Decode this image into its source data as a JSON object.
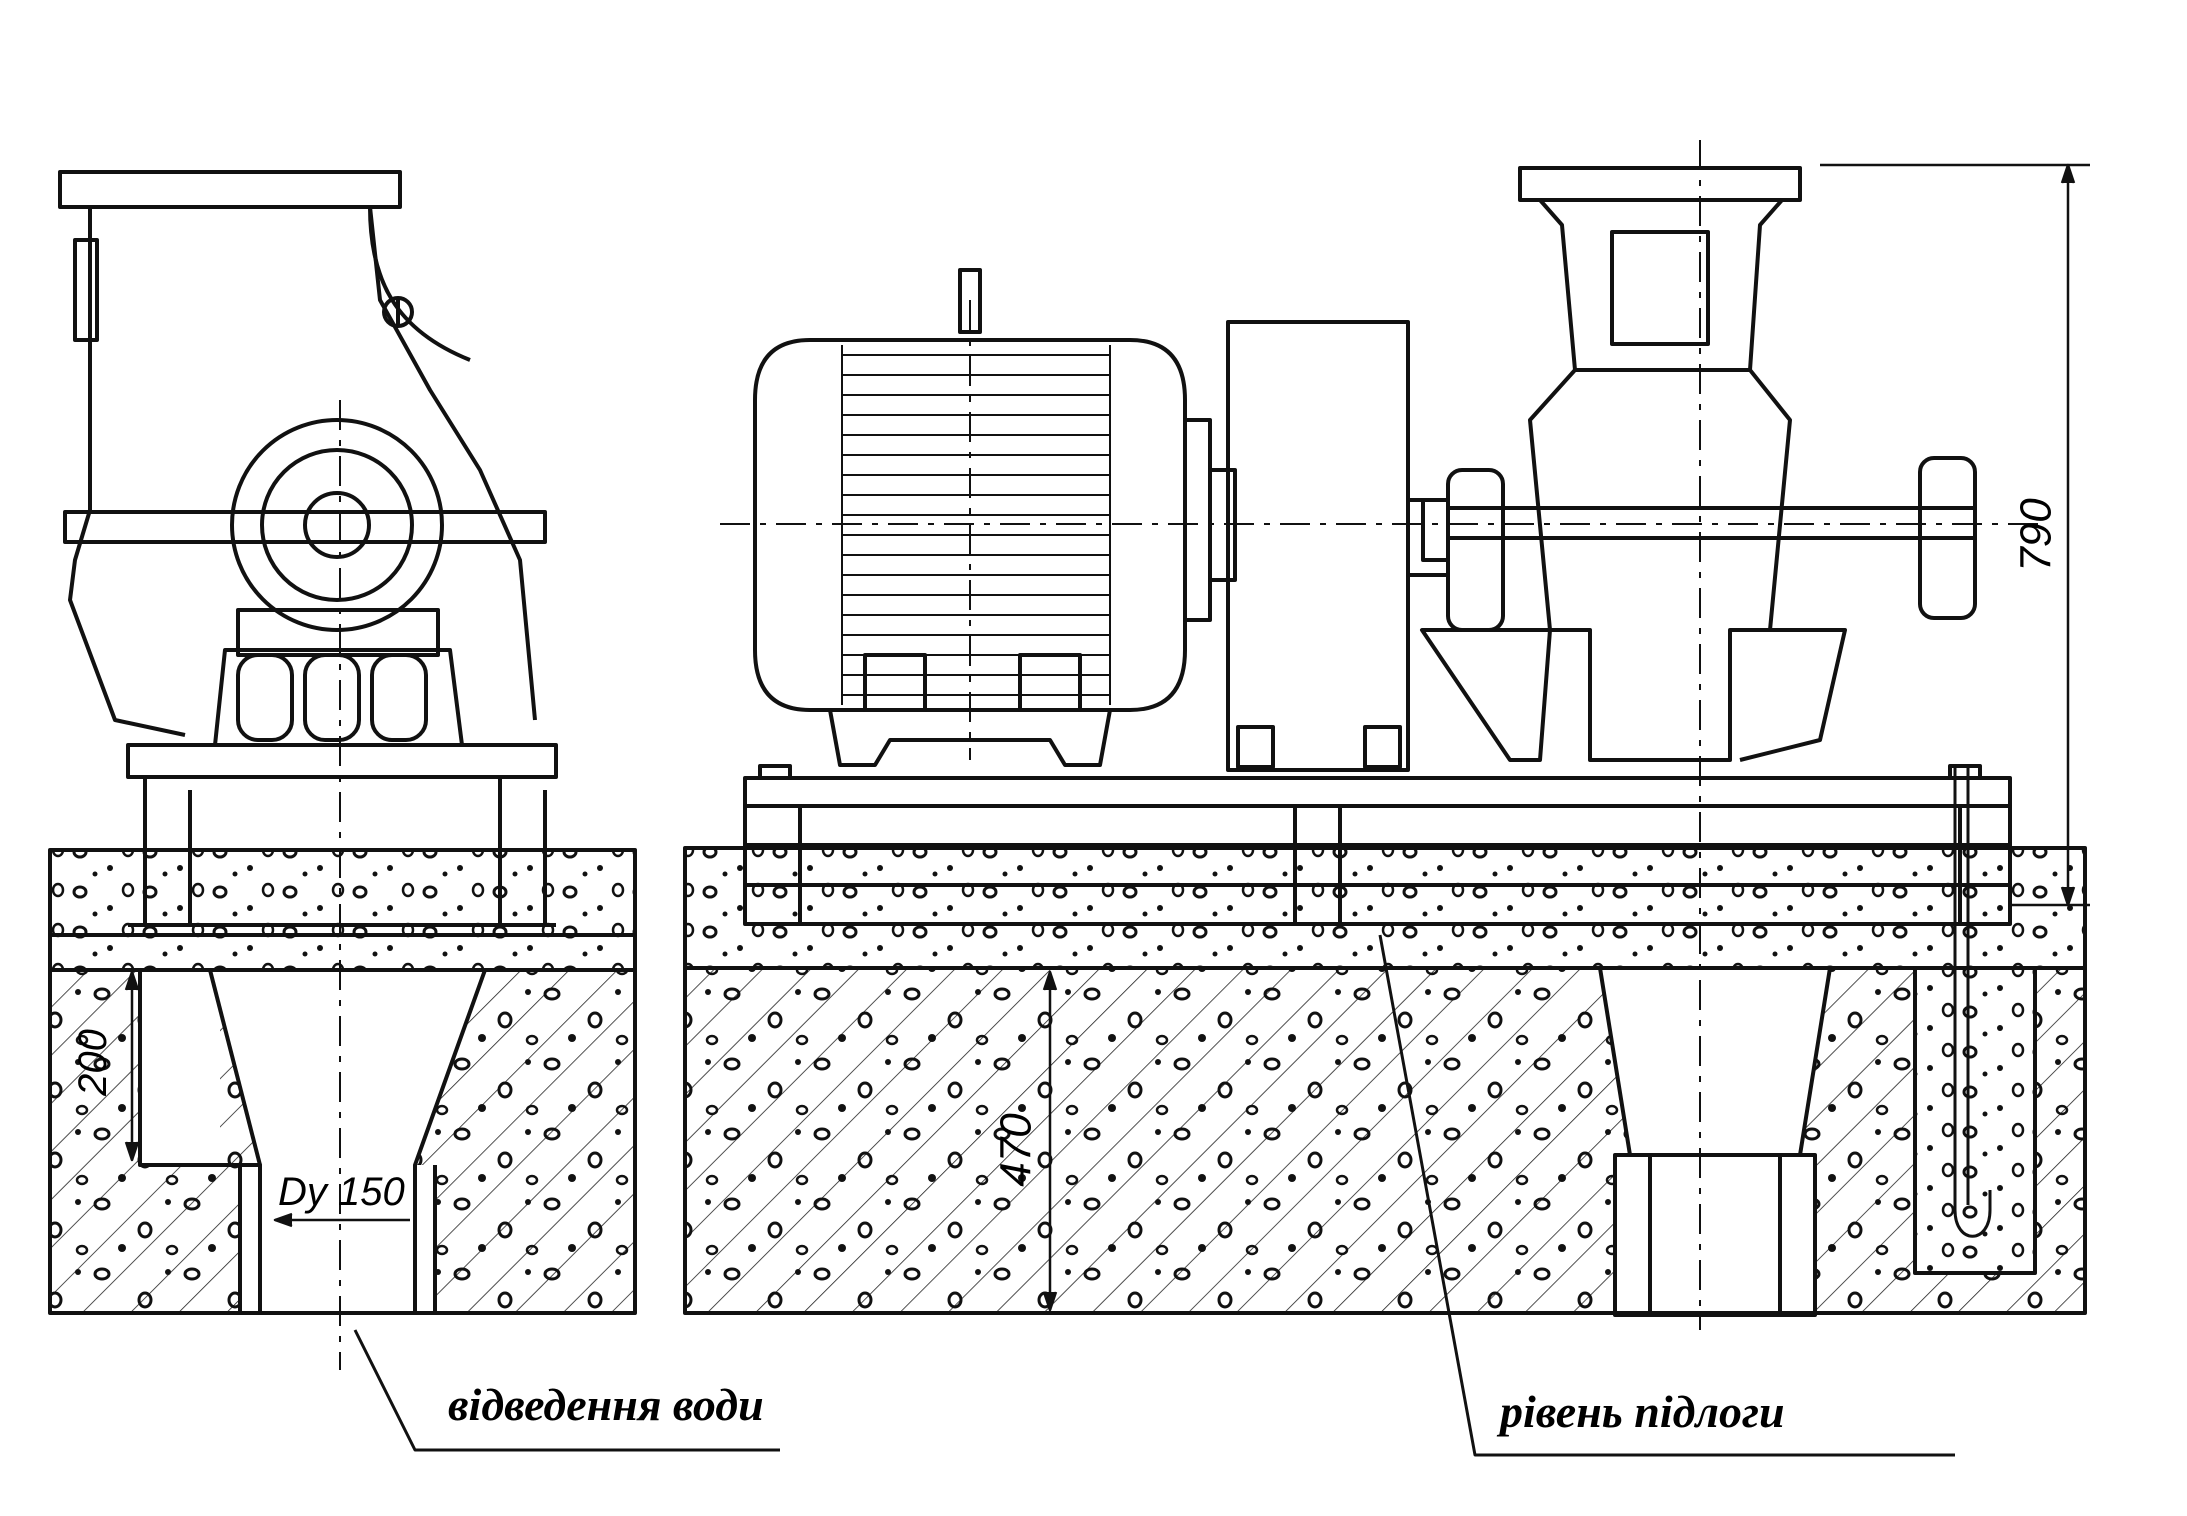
{
  "drawing": {
    "callouts": {
      "water_drain": "відведення води",
      "floor_level": "рівень підлоги"
    },
    "dimensions": {
      "pit_depth": "200",
      "drain_diameter": "Dy 150",
      "foundation_height": "470",
      "top_height": "790"
    },
    "components": [
      "side-view-pump",
      "electric-motor",
      "coupling-housing",
      "front-view-pump",
      "base-frame",
      "concrete-foundation",
      "anchor-bolt"
    ],
    "colors": {
      "ink": "#111111",
      "paper": "#ffffff"
    }
  }
}
